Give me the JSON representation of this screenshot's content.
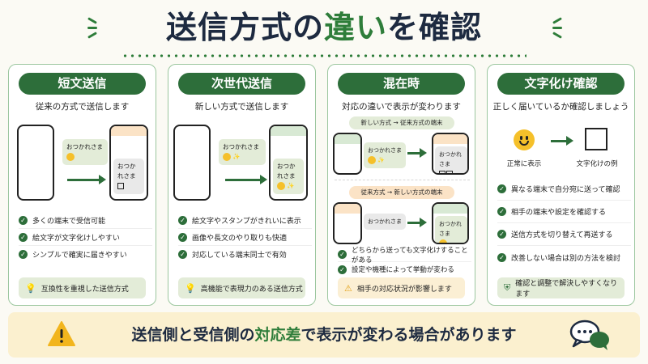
{
  "title": {
    "pre": "送信方式の",
    "highlight": "違い",
    "post": "を確認"
  },
  "panels": [
    {
      "head": "短文送信",
      "sub": "従来の方式で送信します",
      "bubble1": "おつかれさま",
      "bubble2": "おつかれさま",
      "items": [
        "多くの端末で受信可能",
        "絵文字が文字化けしやすい",
        "シンプルで確実に届きやすい"
      ],
      "note": "互換性を重視した送信方式"
    },
    {
      "head": "次世代送信",
      "sub": "新しい方式で送信します",
      "bubble1": "おつかれさま",
      "bubble2": "おつかれさま",
      "items": [
        "絵文字やスタンプがきれいに表示",
        "画像や長文のやり取りも快適",
        "対応している端末同士で有効"
      ],
      "note": "高機能で表現力のある送信方式"
    },
    {
      "head": "混在時",
      "sub": "対応の違いで表示が変わります",
      "tag1": "新しい方式 → 従来方式の端末",
      "tag2": "従来方式 → 新しい方式の端末",
      "bubble1": "おつかれさま",
      "bubble2": "おつかれさま",
      "bubble3": "おつかれさま",
      "bubble4": "おつかれさま",
      "items": [
        "どちらから送っても文字化けすることがある",
        "設定や機種によって挙動が変わる"
      ],
      "note": "相手の対応状況が影響します"
    },
    {
      "head": "文字化け確認",
      "sub": "正しく届いているか確認しましょう",
      "label_normal": "正常に表示",
      "label_garbled": "文字化けの例",
      "items": [
        "異なる端末で自分宛に送って確認",
        "相手の端末や設定を確認する",
        "送信方式を切り替えて再送する",
        "改善しない場合は別の方法を検討"
      ],
      "note": "確認と調整で解決しやすくなります"
    }
  ],
  "banner": {
    "pre": "送信側と受信側の",
    "highlight": "対応差",
    "post": "で表示が変わる場合があります"
  },
  "colors": {
    "green": "#2d6e3a",
    "navy": "#1d2a40",
    "light_green": "#e3ecd8",
    "yellow": "#fbf0cf",
    "peach": "#fbe3c6"
  }
}
